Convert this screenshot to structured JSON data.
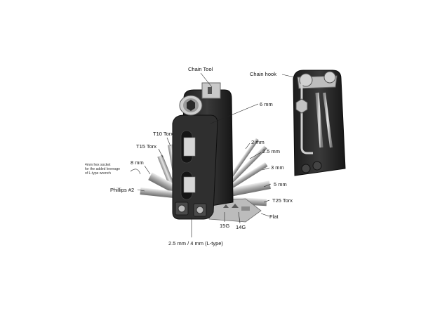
{
  "diagram": {
    "labels": {
      "chain_tool": "Chain Tool",
      "chain_hook": "Chain hook",
      "six_mm": "6 mm",
      "t10": "T10 Torx",
      "t15": "T15 Torx",
      "eight_mm": "8 mm",
      "phillips": "Phillips #2",
      "two_mm": "2 mm",
      "two_five_mm": "2.5 mm",
      "three_mm": "3 mm",
      "five_mm": "5 mm",
      "t25": "T25 Torx",
      "flat": "Flat",
      "fifteen_g": "15G",
      "fourteen_g": "14G",
      "l_type": "2.5 mm / 4 mm (L-type)"
    },
    "note_lines": [
      "4mm hex socket",
      "for the added leverage",
      "of L-type wrench"
    ],
    "colors": {
      "body": "#2b2b2b",
      "steel": "#b9b9b9",
      "steel_dark": "#7c7c7c",
      "accent": "#1c1c1c"
    }
  }
}
